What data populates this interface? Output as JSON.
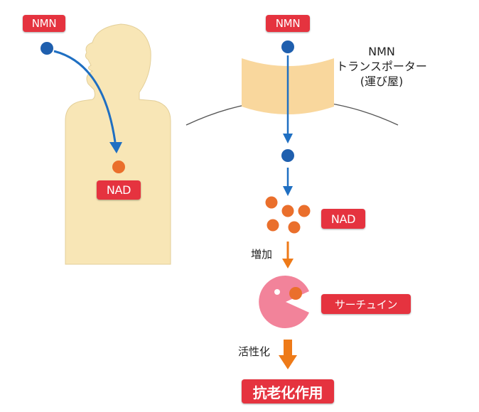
{
  "labels": {
    "nmn_left": "NMN",
    "nmn_right": "NMN",
    "nad_left": "NAD",
    "nad_right": "NAD",
    "transporter_line1": "NMN",
    "transporter_line2": "トランスポーター",
    "transporter_line3": "(運び屋)",
    "increase": "増加",
    "sirtuin": "サーチュイン",
    "activation": "活性化",
    "anti_aging": "抗老化作用"
  },
  "colors": {
    "badge_red": "#e5333f",
    "body_fill": "#f8e6b6",
    "transporter_fill": "#f9d79d",
    "nmn_dot": "#1f5fae",
    "nad_dot": "#ea6f2c",
    "blue_arrow": "#1f6fc2",
    "orange_arrow": "#ee7a18",
    "sirtuin_pink": "#f2839a"
  }
}
